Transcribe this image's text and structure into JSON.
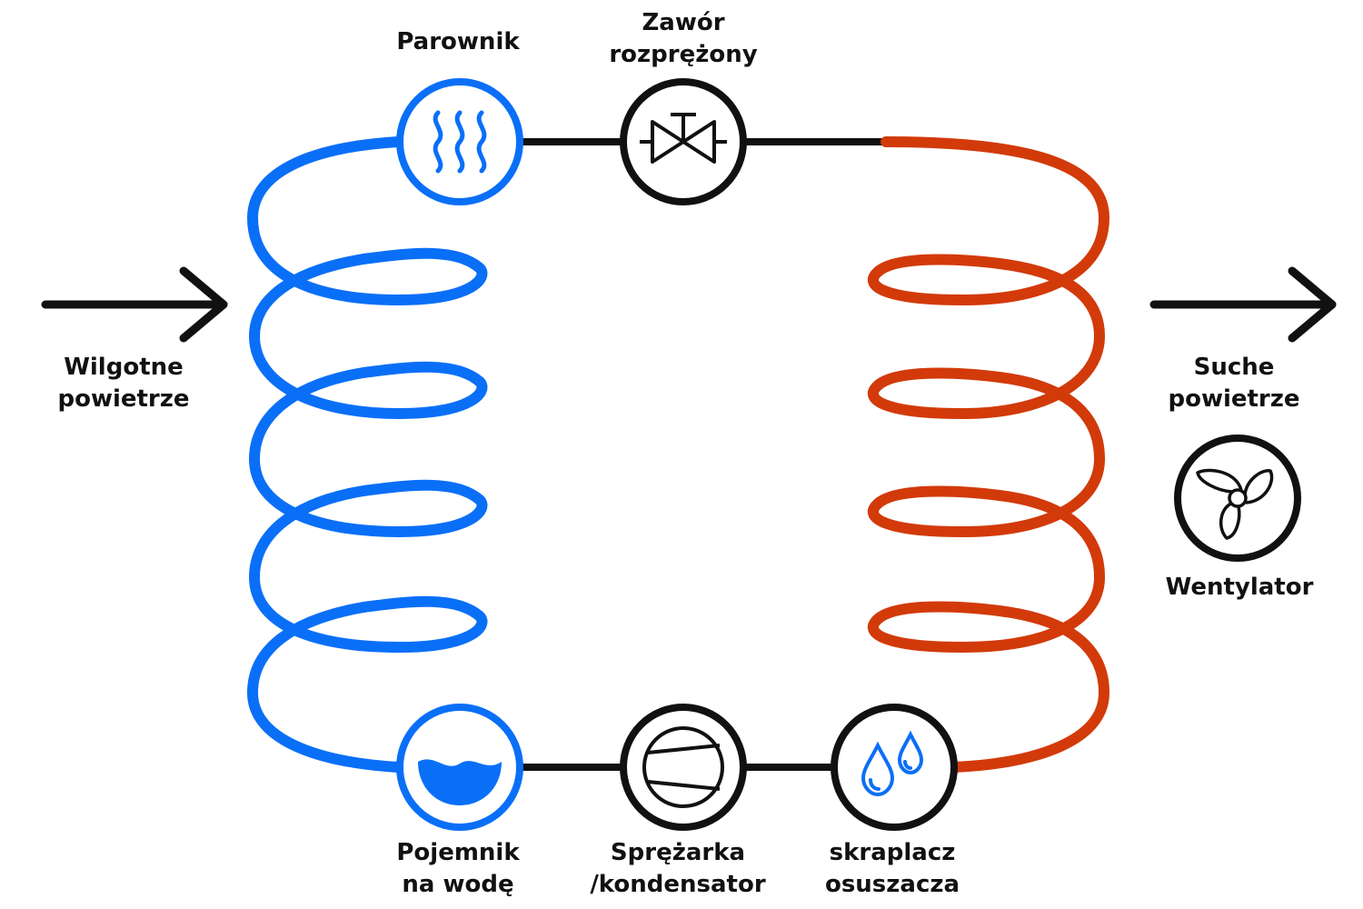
{
  "labels": {
    "evaporator": "Parownik",
    "valve_line1": "Zawór",
    "valve_line2": "rozprężony",
    "humid_air_line1": "Wilgotne",
    "humid_air_line2": "powietrze",
    "dry_air_line1": "Suche",
    "dry_air_line2": "powietrze",
    "fan": "Wentylator",
    "tank_line1": "Pojemnik",
    "tank_line2": "na wodę",
    "compressor_line1": "Sprężarka",
    "compressor_line2": "/kondensator",
    "condenser_line1": "skraplacz",
    "condenser_line2": "osuszacza"
  },
  "icons": {
    "evaporator": "heat-waves-icon",
    "valve": "expansion-valve-icon",
    "tank": "water-tank-icon",
    "compressor": "compressor-icon",
    "condenser": "water-drops-icon",
    "fan": "fan-icon",
    "inlet": "arrow-right-icon",
    "outlet": "arrow-right-icon"
  },
  "colors": {
    "cold": "#0a6ff7",
    "hot": "#d23a0a",
    "line": "#111111"
  }
}
